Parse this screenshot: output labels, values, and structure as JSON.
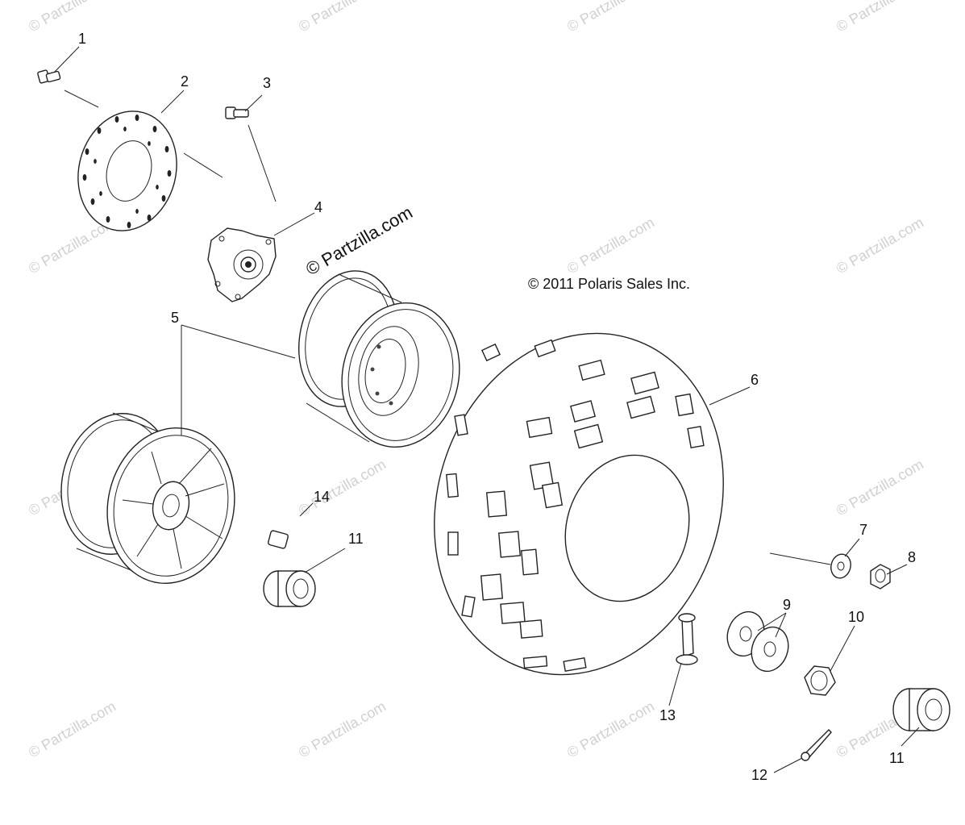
{
  "copyright": "© 2011 Polaris Sales Inc.",
  "brand_watermark": "© Partzilla.com",
  "watermark_text": "© Partzilla.com",
  "callouts": {
    "c1": "1",
    "c2": "2",
    "c3": "3",
    "c4": "4",
    "c5": "5",
    "c6": "6",
    "c7": "7",
    "c8": "8",
    "c9": "9",
    "c10": "10",
    "c11a": "11",
    "c11b": "11",
    "c12": "12",
    "c13": "13",
    "c14": "14"
  },
  "colors": {
    "line": "#222222",
    "watermark": "#d0d0d0",
    "background": "#ffffff"
  }
}
